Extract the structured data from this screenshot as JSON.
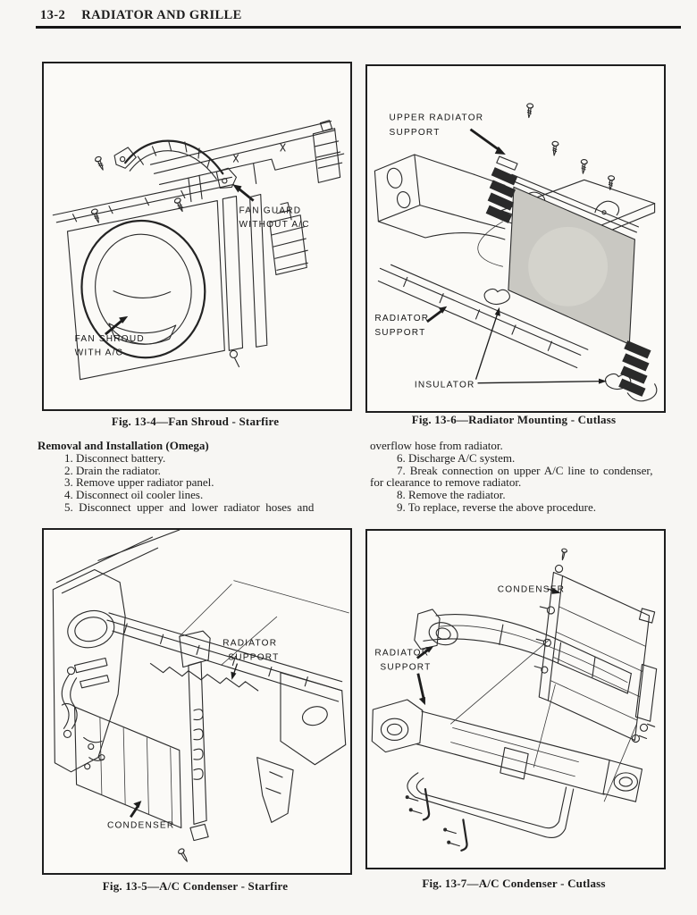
{
  "colors": {
    "paper": "#f7f6f3",
    "ink": "#1c1c1c"
  },
  "header": {
    "section_number": "13-2",
    "title": "RADIATOR AND GRILLE"
  },
  "figures": {
    "fan_shroud_starfire": {
      "caption": "Fig. 13-4—Fan Shroud - Starfire",
      "labels": {
        "fan_guard_line1": "FAN GUARD",
        "fan_guard_line2": "WITHOUT A/C",
        "fan_shroud_line1": "FAN SHROUD",
        "fan_shroud_line2": "WITH A/C"
      }
    },
    "radiator_mounting_cutlass": {
      "caption": "Fig. 13-6—Radiator Mounting - Cutlass",
      "labels": {
        "upper_support_line1": "UPPER RADIATOR",
        "upper_support_line2": "SUPPORT",
        "radiator_support_line1": "RADIATOR",
        "radiator_support_line2": "SUPPORT",
        "insulator": "INSULATOR"
      }
    },
    "ac_condenser_starfire": {
      "caption": "Fig. 13-5—A/C Condenser - Starfire",
      "labels": {
        "radiator_support_line1": "RADIATOR",
        "radiator_support_line2": "SUPPORT",
        "condenser": "CONDENSER"
      }
    },
    "ac_condenser_cutlass": {
      "caption": "Fig. 13-7—A/C Condenser - Cutlass",
      "labels": {
        "condenser": "CONDENSER",
        "radiator_support_line1": "RADIATOR",
        "radiator_support_line2": "SUPPORT"
      }
    }
  },
  "procedure": {
    "heading": "Removal and Installation (Omega)",
    "left_lines": [
      "1. Disconnect battery.",
      "2. Drain the radiator.",
      "3. Remove upper radiator panel.",
      "4. Disconnect oil cooler lines.",
      "5. Disconnect upper and lower radiator hoses and"
    ],
    "right_lines": [
      "overflow hose from radiator.",
      "6. Discharge A/C system.",
      "7. Break connection on upper A/C line to condenser,",
      "for clearance to remove radiator.",
      "8. Remove the radiator.",
      "9. To replace, reverse the above procedure."
    ]
  }
}
